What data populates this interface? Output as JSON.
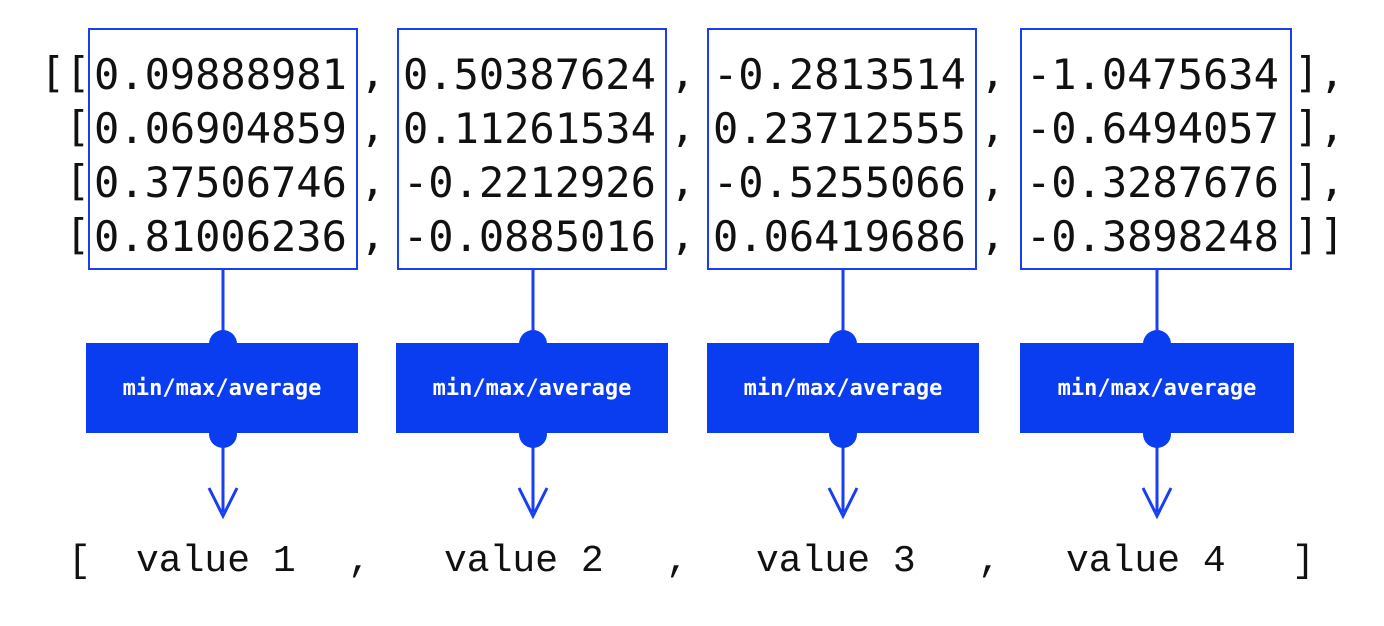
{
  "matrix": {
    "columns": [
      [
        "0.09888981",
        "0.06904859",
        "0.37506746",
        "0.81006236"
      ],
      [
        "0.50387624",
        "0.11261534",
        "-0.2212926",
        "-0.0885016"
      ],
      [
        "-0.2813514",
        "0.23712555",
        "-0.5255066",
        "0.06419686"
      ],
      [
        "-1.0475634",
        "-0.6494057",
        "-0.3287676",
        "-0.3898248"
      ]
    ],
    "row_open_first": "[[",
    "row_open": "[",
    "row_close": "],",
    "row_close_last": "]]",
    "separator": ","
  },
  "operation_label": "min/max/average",
  "result": {
    "open_bracket": "[",
    "close_bracket": "]",
    "separator": ",",
    "values": [
      "value 1",
      "value 2",
      "value 3",
      "value 4"
    ]
  },
  "colors": {
    "accent": "#0a3cf0",
    "outline": "#1a3ff0",
    "text": "#111111"
  }
}
